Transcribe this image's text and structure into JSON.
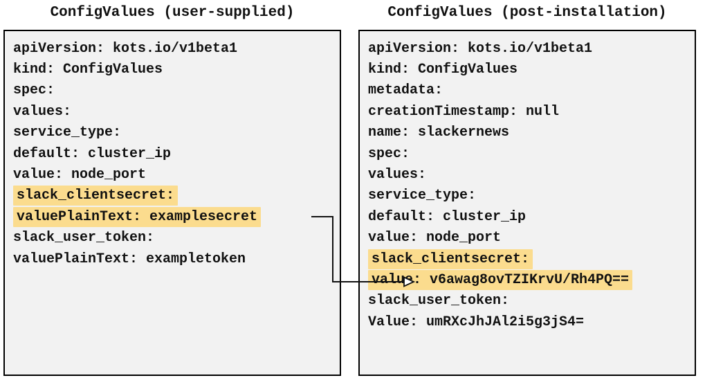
{
  "colors": {
    "highlight": "#fbdc8e",
    "panel_background": "#f2f2f2",
    "panel_border": "#000000",
    "text": "#111111",
    "arrow": "#111111"
  },
  "panels": [
    {
      "title": "ConfigValues (user-supplied)",
      "lines": [
        {
          "indent": 0,
          "text": "apiVersion: kots.io/v1beta1",
          "highlight": false
        },
        {
          "indent": 0,
          "text": "kind: ConfigValues",
          "highlight": false
        },
        {
          "indent": 0,
          "text": "spec:",
          "highlight": false
        },
        {
          "indent": 2,
          "text": "values:",
          "highlight": false
        },
        {
          "indent": 4,
          "text": "service_type:",
          "highlight": false
        },
        {
          "indent": 6,
          "text": "default: cluster_ip",
          "highlight": false
        },
        {
          "indent": 6,
          "text": "value: node_port",
          "highlight": false
        },
        {
          "indent": 4,
          "text": "slack_clientsecret:",
          "highlight": true
        },
        {
          "indent": 6,
          "text": "valuePlainText: examplesecret",
          "highlight": true
        },
        {
          "indent": 4,
          "text": "slack_user_token:",
          "highlight": false
        },
        {
          "indent": 6,
          "text": "valuePlainText: exampletoken",
          "highlight": false
        }
      ]
    },
    {
      "title": "ConfigValues (post-installation)",
      "lines": [
        {
          "indent": 0,
          "text": "apiVersion: kots.io/v1beta1",
          "highlight": false
        },
        {
          "indent": 0,
          "text": "kind: ConfigValues",
          "highlight": false
        },
        {
          "indent": 0,
          "text": "metadata:",
          "highlight": false
        },
        {
          "indent": 2,
          "text": "creationTimestamp: null",
          "highlight": false
        },
        {
          "indent": 2,
          "text": "name: slackernews",
          "highlight": false
        },
        {
          "indent": 0,
          "text": "spec:",
          "highlight": false
        },
        {
          "indent": 2,
          "text": "values:",
          "highlight": false
        },
        {
          "indent": 4,
          "text": "service_type:",
          "highlight": false
        },
        {
          "indent": 6,
          "text": "default: cluster_ip",
          "highlight": false
        },
        {
          "indent": 6,
          "text": "value: node_port",
          "highlight": false
        },
        {
          "indent": 4,
          "text": "slack_clientsecret:",
          "highlight": true
        },
        {
          "indent": 6,
          "text": "value: v6awag8ovTZIKrvU/Rh4PQ==",
          "highlight": true
        },
        {
          "indent": 4,
          "text": "slack_user_token:",
          "highlight": false
        },
        {
          "indent": 6,
          "text": "Value: umRXcJhJAl2i5g3jS4=",
          "highlight": false
        }
      ]
    }
  ],
  "arrow": {
    "from": "valuePlainText: examplesecret",
    "to": "value: v6awag8ovTZIKrvU/Rh4PQ=="
  }
}
